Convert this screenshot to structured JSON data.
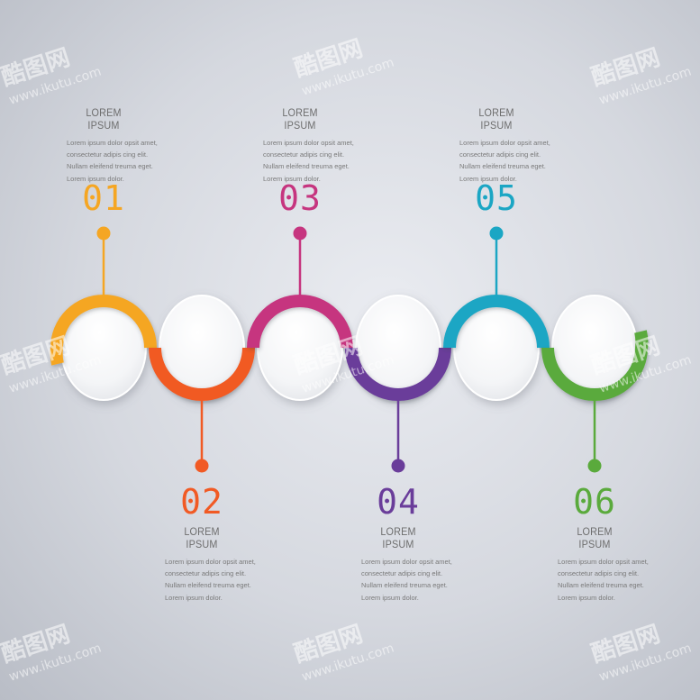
{
  "steps": [
    {
      "number": "01",
      "heading": "LOREM IPSUM",
      "color": "#f5a623",
      "lines": [
        "Lorem ipsum dolor opsit amet,",
        "consectetur adipis cing elit.",
        "Nullam eleifend treuma eget.",
        "Lorem ipsum dolor."
      ]
    },
    {
      "number": "02",
      "heading": "LOREM IPSUM",
      "color": "#f15a24",
      "lines": [
        "Lorem ipsum dolor opsit amet,",
        "consectetur adipis cing elit.",
        "Nullam eleifend treuma eget.",
        "Lorem ipsum dolor."
      ]
    },
    {
      "number": "03",
      "heading": "LOREM IPSUM",
      "color": "#c6357f",
      "lines": [
        "Lorem ipsum dolor opsit amet,",
        "consectetur adipis cing elit.",
        "Nullam eleifend treuma eget.",
        "Lorem ipsum dolor."
      ]
    },
    {
      "number": "04",
      "heading": "LOREM IPSUM",
      "color": "#6a3d9a",
      "lines": [
        "Lorem ipsum dolor opsit amet,",
        "consectetur adipis cing elit.",
        "Nullam eleifend treuma eget.",
        "Lorem ipsum dolor."
      ]
    },
    {
      "number": "05",
      "heading": "LOREM IPSUM",
      "color": "#1ba6c4",
      "lines": [
        "Lorem ipsum dolor opsit amet,",
        "consectetur adipis cing elit.",
        "Nullam eleifend treuma eget.",
        "Lorem ipsum dolor."
      ]
    },
    {
      "number": "06",
      "heading": "LOREM IPSUM",
      "color": "#5aaa3c",
      "lines": [
        "Lorem ipsum dolor opsit amet,",
        "consectetur adipis cing elit.",
        "Nullam eleifend treuma eget.",
        "Lorem ipsum dolor."
      ]
    }
  ],
  "watermark": {
    "brand": "酷图网",
    "url": "www.ikutu.com"
  }
}
